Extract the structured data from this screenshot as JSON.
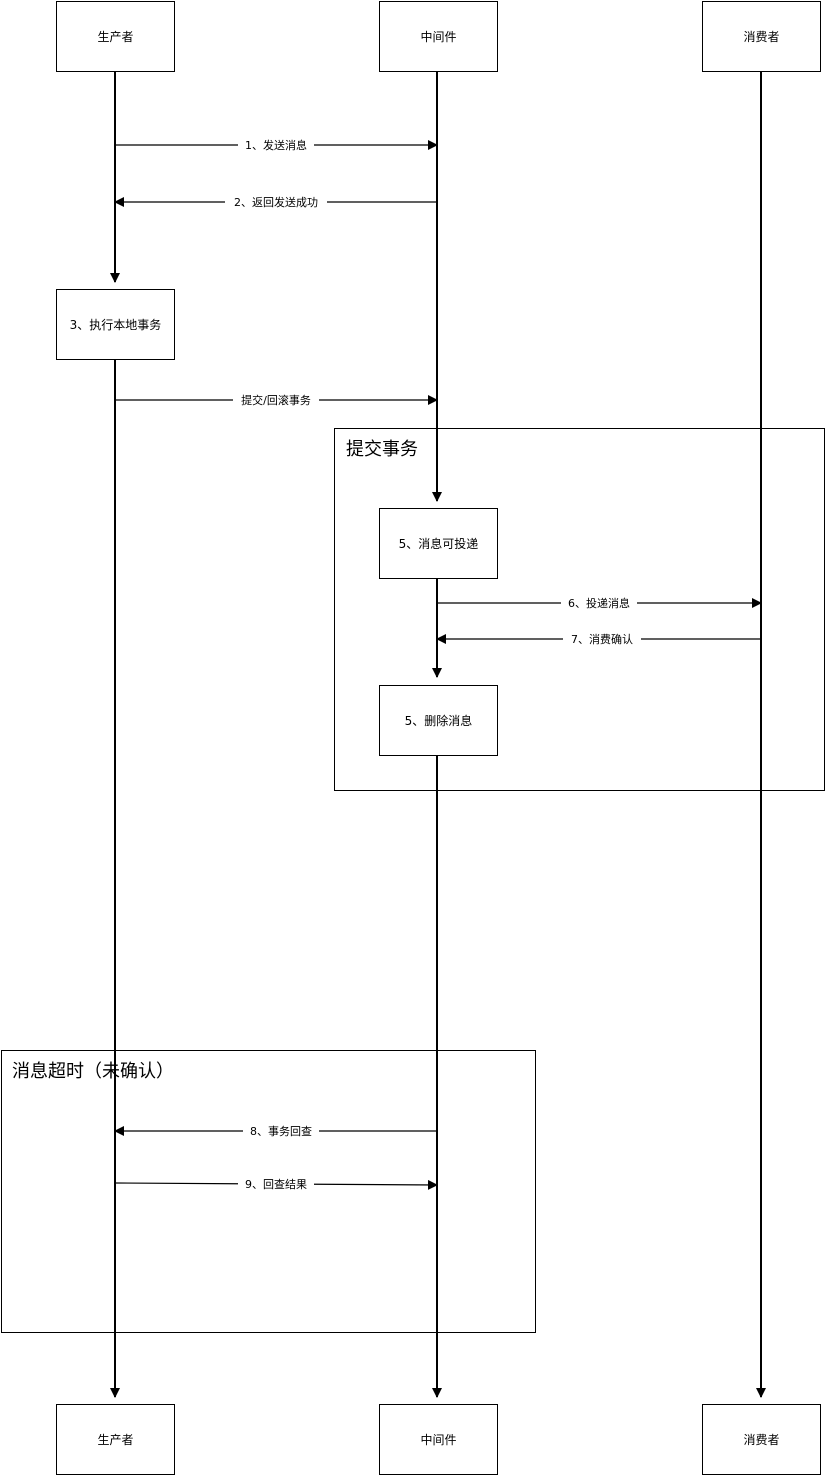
{
  "participants": {
    "producer": "生产者",
    "broker": "中间件",
    "consumer": "消费者"
  },
  "activities": {
    "local_tx": "3、执行本地事务",
    "deliverable": "5、消息可投递",
    "delete": "5、删除消息"
  },
  "frames": {
    "commit": "提交事务",
    "timeout": "消息超时（未确认）"
  },
  "messages": {
    "m1": "1、发送消息",
    "m2": "2、返回发送成功",
    "m_commit": "提交/回滚事务",
    "m6": "6、投递消息",
    "m7": "7、消费确认",
    "m8": "8、事务回查",
    "m9": "9、回查结果"
  }
}
